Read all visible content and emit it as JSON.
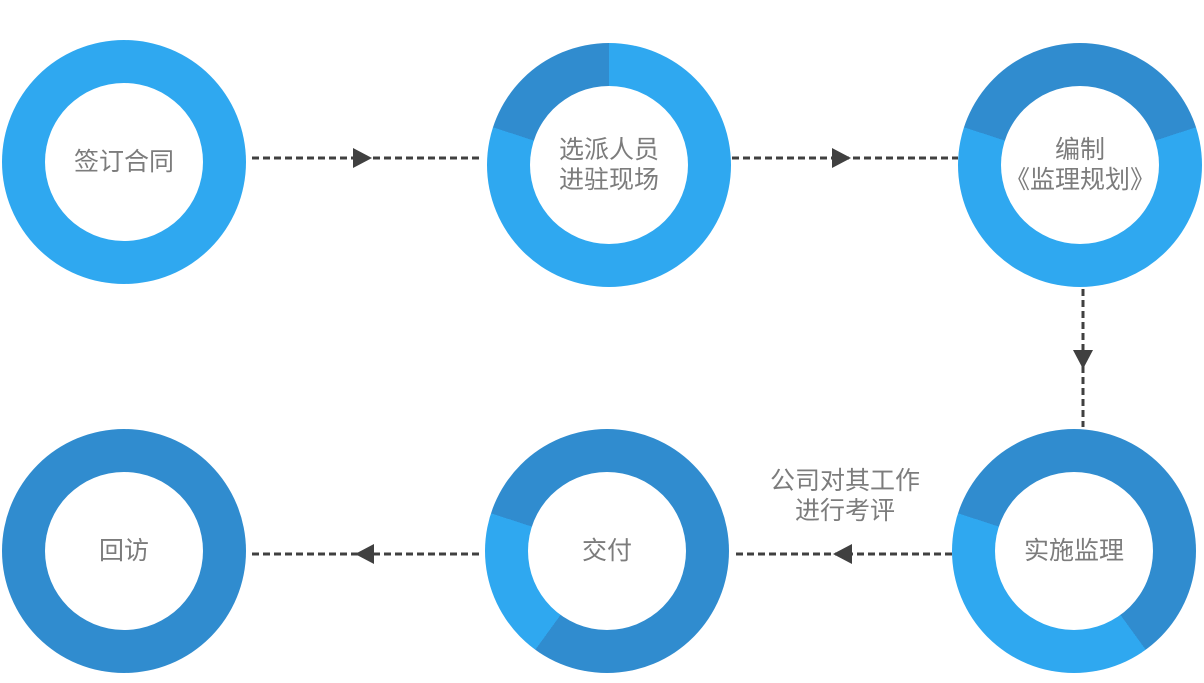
{
  "diagram": {
    "colors": {
      "background": "#FFFFFF",
      "ring_light": "#2FA8F0",
      "ring_dark": "#308CCF",
      "node_label": "#7C7C7C",
      "annotation_text": "#7C7C7C",
      "arrow": "#404040"
    },
    "nodes": [
      {
        "id": "sign-contract",
        "lines": [
          "签订合同"
        ],
        "dark_start_deg": 288,
        "dark_sweep_deg": 0
      },
      {
        "id": "dispatch-personnel",
        "lines": [
          "选派人员",
          "进驻现场"
        ],
        "dark_start_deg": 288,
        "dark_sweep_deg": 72
      },
      {
        "id": "compile-supervision-plan",
        "lines": [
          "编制",
          "《监理规划》"
        ],
        "dark_start_deg": 288,
        "dark_sweep_deg": 144
      },
      {
        "id": "implement-supervision",
        "lines": [
          "实施监理"
        ],
        "dark_start_deg": 288,
        "dark_sweep_deg": 216
      },
      {
        "id": "delivery",
        "lines": [
          "交付"
        ],
        "dark_start_deg": 288,
        "dark_sweep_deg": 288
      },
      {
        "id": "return-visit",
        "lines": [
          "回访"
        ],
        "dark_start_deg": 288,
        "dark_sweep_deg": 360
      }
    ],
    "annotation": {
      "lines": [
        "公司对其工作",
        "进行考评"
      ]
    },
    "arrows": [
      {
        "from": "sign-contract",
        "to": "dispatch-personnel",
        "direction": "right"
      },
      {
        "from": "dispatch-personnel",
        "to": "compile-supervision-plan",
        "direction": "right"
      },
      {
        "from": "compile-supervision-plan",
        "to": "implement-supervision",
        "direction": "down"
      },
      {
        "from": "implement-supervision",
        "to": "delivery",
        "direction": "left"
      },
      {
        "from": "delivery",
        "to": "return-visit",
        "direction": "left"
      }
    ]
  }
}
